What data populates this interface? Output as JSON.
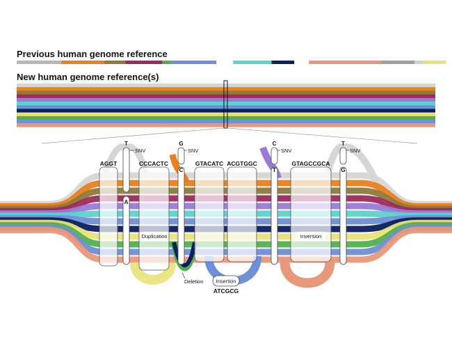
{
  "previous_title": "Previous human genome reference",
  "new_title": "New human genome reference(s)",
  "previous_bar": {
    "segments": [
      {
        "color": "#b6b6b6",
        "frac": 0.106
      },
      {
        "color": "#e8801e",
        "frac": 0.104
      },
      {
        "color": "#8f7a3a",
        "frac": 0.05
      },
      {
        "color": "#9b2a5e",
        "frac": 0.087
      },
      {
        "color": "#52b04c",
        "frac": 0.021
      },
      {
        "color": "#6f8fd6",
        "frac": 0.109
      },
      {
        "color": "#ffffff",
        "frac": 0.04
      },
      {
        "color": "#5bd2cc",
        "frac": 0.092
      },
      {
        "color": "#0b1e5e",
        "frac": 0.054
      },
      {
        "color": "#ffffff",
        "frac": 0.035
      },
      {
        "color": "#e8987a",
        "frac": 0.173
      },
      {
        "color": "#9e9e9e",
        "frac": 0.079
      },
      {
        "color": "#cfcfcf",
        "frac": 0.021
      },
      {
        "color": "#e8e27a",
        "frac": 0.054
      }
    ]
  },
  "strands": [
    "#d6d6d6",
    "#e8801e",
    "#8f7a3a",
    "#9b2a5e",
    "#9b7ad6",
    "#5bd2cc",
    "#6f8fd6",
    "#0b1e5e",
    "#e8e27a",
    "#52b04c",
    "#6f8fd6",
    "#e8987a"
  ],
  "sequence_labels": [
    {
      "id": "agct",
      "text": "AGGT"
    },
    {
      "id": "ccca",
      "text": "CCCACTC"
    },
    {
      "id": "gtac",
      "text": "GTACATC"
    },
    {
      "id": "acgt",
      "text": "ACGTGGC"
    },
    {
      "id": "gtag",
      "text": "GTAGCCGCA"
    }
  ],
  "snvs": [
    {
      "id": "1",
      "top": "T",
      "bottom": "A",
      "label": "SNV"
    },
    {
      "id": "2",
      "top": "G",
      "bottom": "C",
      "label": "SNV"
    },
    {
      "id": "3",
      "top": "C",
      "bottom": "T",
      "label": "SNV"
    },
    {
      "id": "4",
      "top": "T",
      "bottom": "G",
      "label": "SNV"
    }
  ],
  "variants": {
    "duplication": "Duplication",
    "deletion": "Deletion",
    "insertion": "Insertion",
    "insertion_seq": "ATCGCG",
    "inversion": "Inversion"
  }
}
